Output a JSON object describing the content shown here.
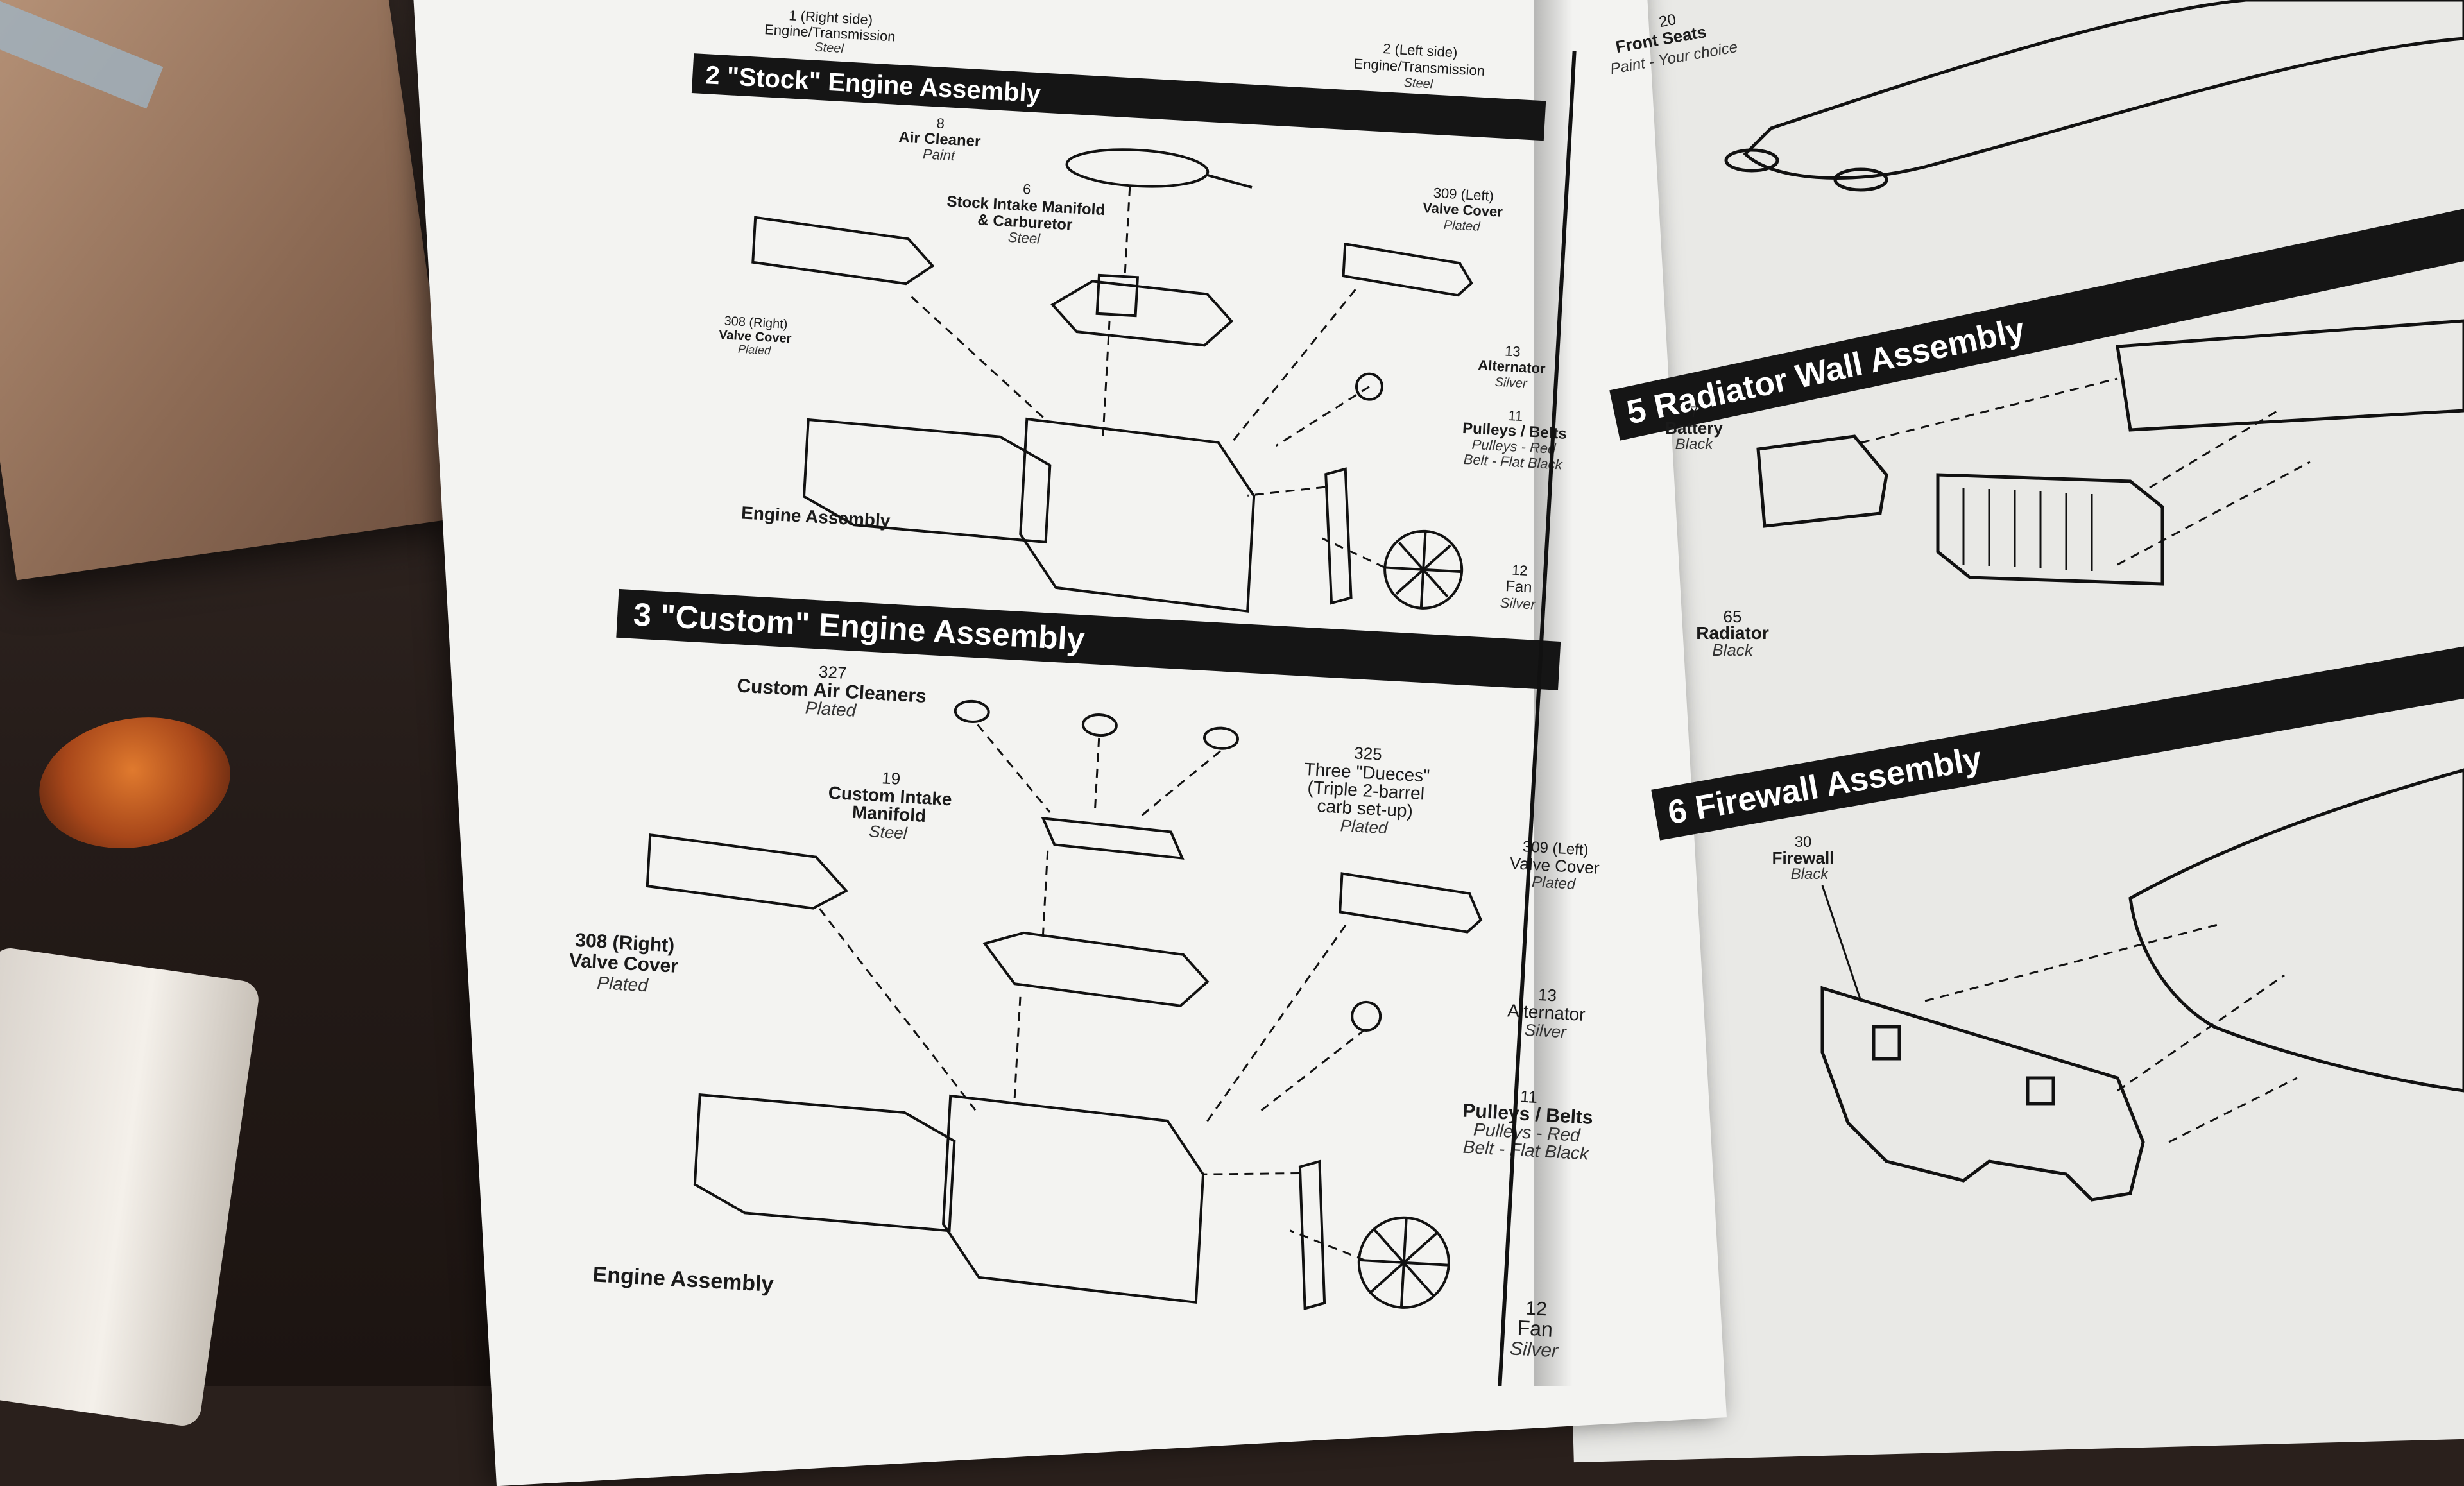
{
  "left_sheet": {
    "top_labels": {
      "part1": "1 (Right side)",
      "part1b": "Engine/Transmission",
      "part1c": "Steel",
      "part2": "2 (Left side)",
      "part2b": "Engine/Transmission",
      "part2c": "Steel"
    },
    "step2": {
      "title": "2  \"Stock\" Engine Assembly",
      "air_cleaner_num": "8",
      "air_cleaner": "Air Cleaner",
      "air_cleaner_color": "Paint",
      "manifold_num": "6",
      "manifold": "Stock Intake Manifold",
      "manifold2": "& Carburetor",
      "manifold_color": "Steel",
      "left_cover_num": "309 (Left)",
      "left_cover": "Valve Cover",
      "left_cover_color": "Plated",
      "right_cover_num": "308 (Right)",
      "right_cover": "Valve Cover",
      "right_cover_color": "Plated",
      "alt_num": "13",
      "alt": "Alternator",
      "alt_color": "Silver",
      "pulley_num": "11",
      "pulley": "Pulleys / Belts",
      "pulley_color1": "Pulleys - Red",
      "pulley_color2": "Belt - Flat Black",
      "fan_num": "12",
      "fan": "Fan",
      "fan_color": "Silver",
      "engine": "Engine Assembly"
    },
    "step3": {
      "title": "3  \"Custom\" Engine Assembly",
      "cleaner_num": "327",
      "cleaner": "Custom Air Cleaners",
      "cleaner_color": "Plated",
      "dueces_num": "325",
      "dueces": "Three \"Dueces\"",
      "dueces2": "(Triple 2-barrel",
      "dueces3": "carb set-up)",
      "dueces_color": "Plated",
      "manifold_num": "19",
      "manifold": "Custom Intake",
      "manifold2": "Manifold",
      "manifold_color": "Steel",
      "left_cover_num": "309 (Left)",
      "left_cover": "Valve Cover",
      "left_cover_color": "Plated",
      "right_cover_num": "308 (Right)",
      "right_cover": "Valve Cover",
      "right_cover_color": "Plated",
      "alt_num": "13",
      "alt": "Alternator",
      "alt_color": "Silver",
      "pulley_num": "11",
      "pulley": "Pulleys / Belts",
      "pulley_color1": "Pulleys - Red",
      "pulley_color2": "Belt - Flat Black",
      "fan_num": "12",
      "fan": "Fan",
      "fan_color": "Silver",
      "engine": "Engine Assembly"
    }
  },
  "right_sheet": {
    "seats_num": "20",
    "seats": "Front Seats",
    "seats_color": "Paint - Your choice",
    "step5": {
      "title": "5  Radiator Wall Assembly",
      "battery_num": "7",
      "battery": "Battery",
      "battery_color": "Black",
      "radiator_num": "65",
      "radiator": "Radiator",
      "radiator_color": "Black"
    },
    "step6": {
      "title": "6  Firewall Assembly",
      "firewall_num": "30",
      "firewall": "Firewall",
      "firewall_color": "Black"
    }
  }
}
